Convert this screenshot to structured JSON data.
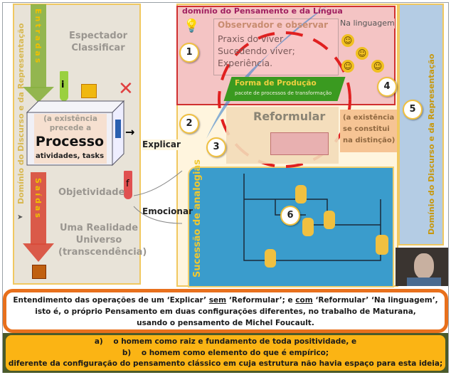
{
  "left_panel": {
    "vertical_label": "Domínio do Discurso e da Representação",
    "grey_lines": [
      "Espectador",
      "Classificar",
      "Objetividade",
      "Uma Realidade",
      "Universo",
      "(transcendência)"
    ],
    "entradas_label": "Entradas",
    "saidas_label": "Saídas",
    "i_label": "i",
    "f_label": "f",
    "note_lines": [
      "(a existência",
      "precede a"
    ],
    "process_title": "Processo",
    "process_subtitle": "atividades, tasks"
  },
  "center": {
    "domain_title": "domínio do Pensamento e da Língua",
    "observer_line": "Observador e observar",
    "praxis_lines": [
      "Praxis do viver",
      "Sucedendo viver;",
      "Experiência."
    ],
    "production_title": "Forma de Produção",
    "production_subtitle": "pacote de processos de transformação",
    "na_linguagem": "Na linguagem",
    "reformular": "Reformular",
    "note_lines": [
      "(a existência",
      "se constitui",
      "na distinção)"
    ],
    "explicar": "Explicar",
    "emocionar": "Emocionar",
    "analogias_label": "Sucessão de analogias",
    "right_vertical_label": "Domínio do Discurso e da Representação"
  },
  "markers": [
    "1",
    "2",
    "3",
    "4",
    "5",
    "6"
  ],
  "text_box_1": {
    "line1_parts": [
      "Entendimento das operações de um ‘Explicar’ ",
      "sem",
      " ‘Reformular’; e ",
      "com",
      " ‘Reformular’ ‘Na linguagem’,"
    ],
    "line2": "isto é, o próprio Pensamento em duas configurações diferentes, no trabalho de Maturana,",
    "line3": "usando o pensamento de Michel Foucault."
  },
  "text_box_2": {
    "line1": "a)    o homem como raiz e fundamento de toda positividade, e",
    "line2": "b)    o homem como elemento do que é empírico;",
    "line3": "diferente da configuração do pensamento clássico em cuja estrutura não havia espaço para esta ideia;"
  },
  "colors": {
    "orange_border": "#e8701c",
    "yellow_box": "#fbb414",
    "blue_panel": "#3a9ccc",
    "red_dash": "#e02020",
    "green_arrow": "#8ab040",
    "red_arrow": "#d84a3a"
  }
}
